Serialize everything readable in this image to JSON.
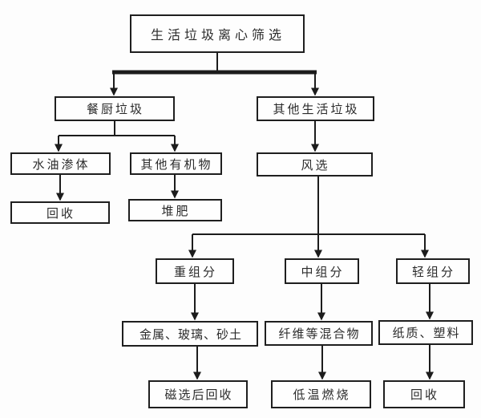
{
  "nodes": {
    "root": {
      "label": "生活垃圾离心筛选"
    },
    "kitchen": {
      "label": "餐厨垃圾"
    },
    "other": {
      "label": "其他生活垃圾"
    },
    "wateroil": {
      "label": "水油渗体"
    },
    "organic": {
      "label": "其他有机物"
    },
    "airsort": {
      "label": "风选"
    },
    "recycle1": {
      "label": "回收"
    },
    "compost": {
      "label": "堆肥"
    },
    "heavy": {
      "label": "重组分"
    },
    "mid": {
      "label": "中组分"
    },
    "light": {
      "label": "轻组分"
    },
    "metal": {
      "label": "金属、玻璃、砂土"
    },
    "fiber": {
      "label": "纤维等混合物"
    },
    "paper": {
      "label": "纸质、塑料"
    },
    "magnetic": {
      "label": "磁选后回收"
    },
    "lowtemp": {
      "label": "低温燃烧"
    },
    "recycle2": {
      "label": "回收"
    }
  },
  "edges": [
    {
      "from": "root",
      "to": "kitchen"
    },
    {
      "from": "root",
      "to": "other"
    },
    {
      "from": "kitchen",
      "to": "wateroil"
    },
    {
      "from": "kitchen",
      "to": "organic"
    },
    {
      "from": "other",
      "to": "airsort"
    },
    {
      "from": "wateroil",
      "to": "recycle1"
    },
    {
      "from": "organic",
      "to": "compost"
    },
    {
      "from": "airsort",
      "to": "heavy"
    },
    {
      "from": "airsort",
      "to": "mid"
    },
    {
      "from": "airsort",
      "to": "light"
    },
    {
      "from": "heavy",
      "to": "metal"
    },
    {
      "from": "mid",
      "to": "fiber"
    },
    {
      "from": "light",
      "to": "paper"
    },
    {
      "from": "metal",
      "to": "magnetic"
    },
    {
      "from": "fiber",
      "to": "lowtemp"
    },
    {
      "from": "paper",
      "to": "recycle2"
    }
  ],
  "colors": {
    "background": "#fdfdfd",
    "box_border": "#1f1f1f",
    "line": "#1c1c1c",
    "text": "#2b2b2b"
  }
}
